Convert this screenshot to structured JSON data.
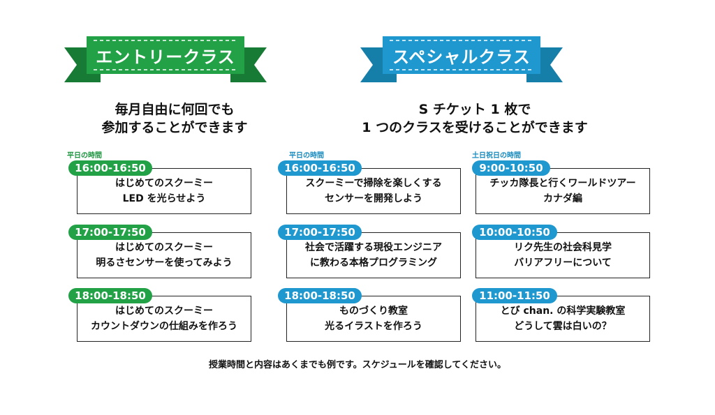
{
  "entry": {
    "title": "エントリークラス",
    "headline": [
      "毎月自由に何回でも",
      "参加することができます"
    ],
    "label": "平日の時間",
    "color": "#23a147",
    "classes": [
      {
        "time": "16:00-16:50",
        "lines": [
          "はじめてのスクーミー",
          "LED を光らせよう"
        ]
      },
      {
        "time": "17:00-17:50",
        "lines": [
          "はじめてのスクーミー",
          "明るさセンサーを使ってみよう"
        ]
      },
      {
        "time": "18:00-18:50",
        "lines": [
          "はじめてのスクーミー",
          "カウントダウンの仕組みを作ろう"
        ]
      }
    ]
  },
  "special": {
    "title": "スペシャルクラス",
    "headline": [
      "S チケット 1 枚で",
      "1 つのクラスを受けることができます"
    ],
    "color": "#1f98cf",
    "weekday": {
      "label": "平日の時間",
      "classes": [
        {
          "time": "16:00-16:50",
          "lines": [
            "スクーミーで掃除を楽しくする",
            "センサーを開発しよう"
          ]
        },
        {
          "time": "17:00-17:50",
          "lines": [
            "社会で活躍する現役エンジニア",
            "に教わる本格プログラミング"
          ]
        },
        {
          "time": "18:00-18:50",
          "lines": [
            "ものづくり教室",
            "光るイラストを作ろう"
          ]
        }
      ]
    },
    "weekend": {
      "label": "土日祝日の時間",
      "classes": [
        {
          "time": "9:00-10:50",
          "lines": [
            "チッカ隊長と行くワールドツアー",
            "カナダ編"
          ]
        },
        {
          "time": "10:00-10:50",
          "lines": [
            "リク先生の社会科見学",
            "バリアフリーについて"
          ]
        },
        {
          "time": "11:00-11:50",
          "lines": [
            "とび chan. の科学実験教室",
            "どうして雲は白いの？"
          ]
        }
      ]
    }
  },
  "footer": "授業時間と内容はあくまでも例です。スケジュールを確認してください。"
}
